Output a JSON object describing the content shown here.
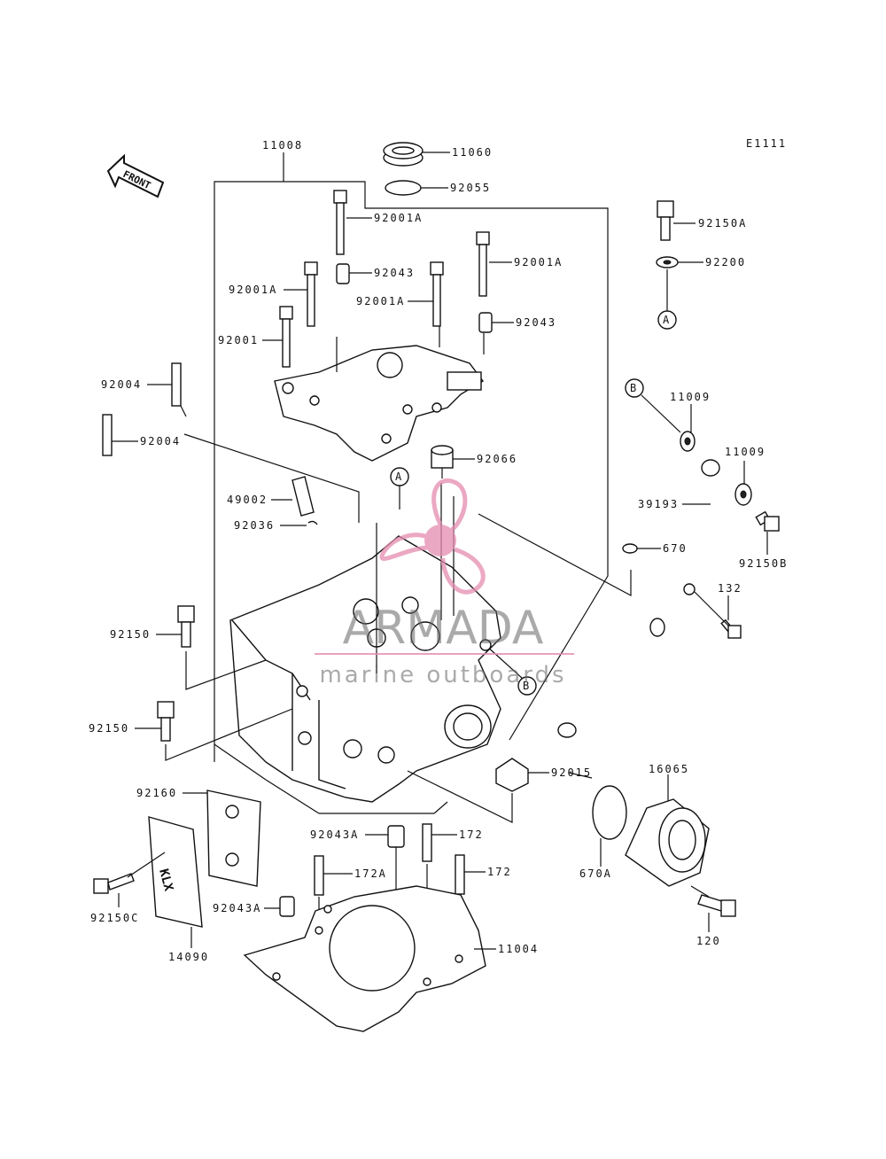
{
  "diagram_code": "E1111",
  "front_label": "FRONT",
  "part_stamp": "KLX",
  "watermark": {
    "brand": "ARMADA",
    "tagline": "marine outboards",
    "color": "#e58cb0"
  },
  "callout_markers": [
    "A",
    "B"
  ],
  "parts": [
    "11008",
    "11060",
    "92055",
    "92001A",
    "92043",
    "92001",
    "92004",
    "49002",
    "92036",
    "92066",
    "92150",
    "92160",
    "92150C",
    "14090",
    "92043A",
    "172",
    "172A",
    "11004",
    "92015",
    "670",
    "670A",
    "16065",
    "120",
    "132",
    "39193",
    "11009",
    "92150B",
    "92150A",
    "92200"
  ]
}
